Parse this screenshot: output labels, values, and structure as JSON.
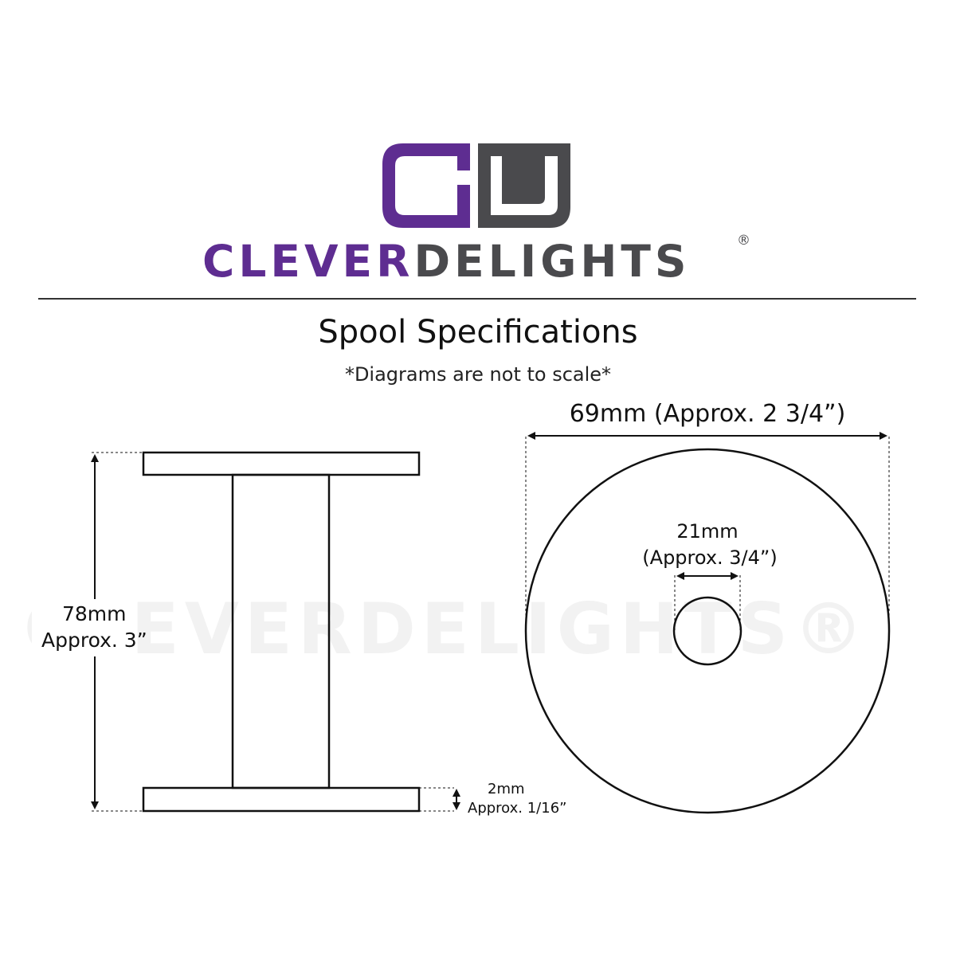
{
  "brand": {
    "name_part1": "CLEVER",
    "name_part2": "DELIGHTS",
    "registered_mark": "®",
    "colors": {
      "purple": "#5e2d91",
      "gray": "#4a4a4d"
    },
    "logo_icon": "cd-monogram-logo"
  },
  "heading": {
    "title": "Spool Specifications",
    "subtitle": "*Diagrams are not to scale*"
  },
  "side_view": {
    "height_mm": "78mm",
    "height_in": "Approx. 3”",
    "flange_thickness_mm": "2mm",
    "flange_thickness_in": "Approx. 1/16”"
  },
  "top_view": {
    "diameter_label": "69mm (Approx. 2 3/4”)",
    "hole_mm": "21mm",
    "hole_in": "(Approx. 3/4”)"
  },
  "watermark": "CLEVERDELIGHTS®"
}
